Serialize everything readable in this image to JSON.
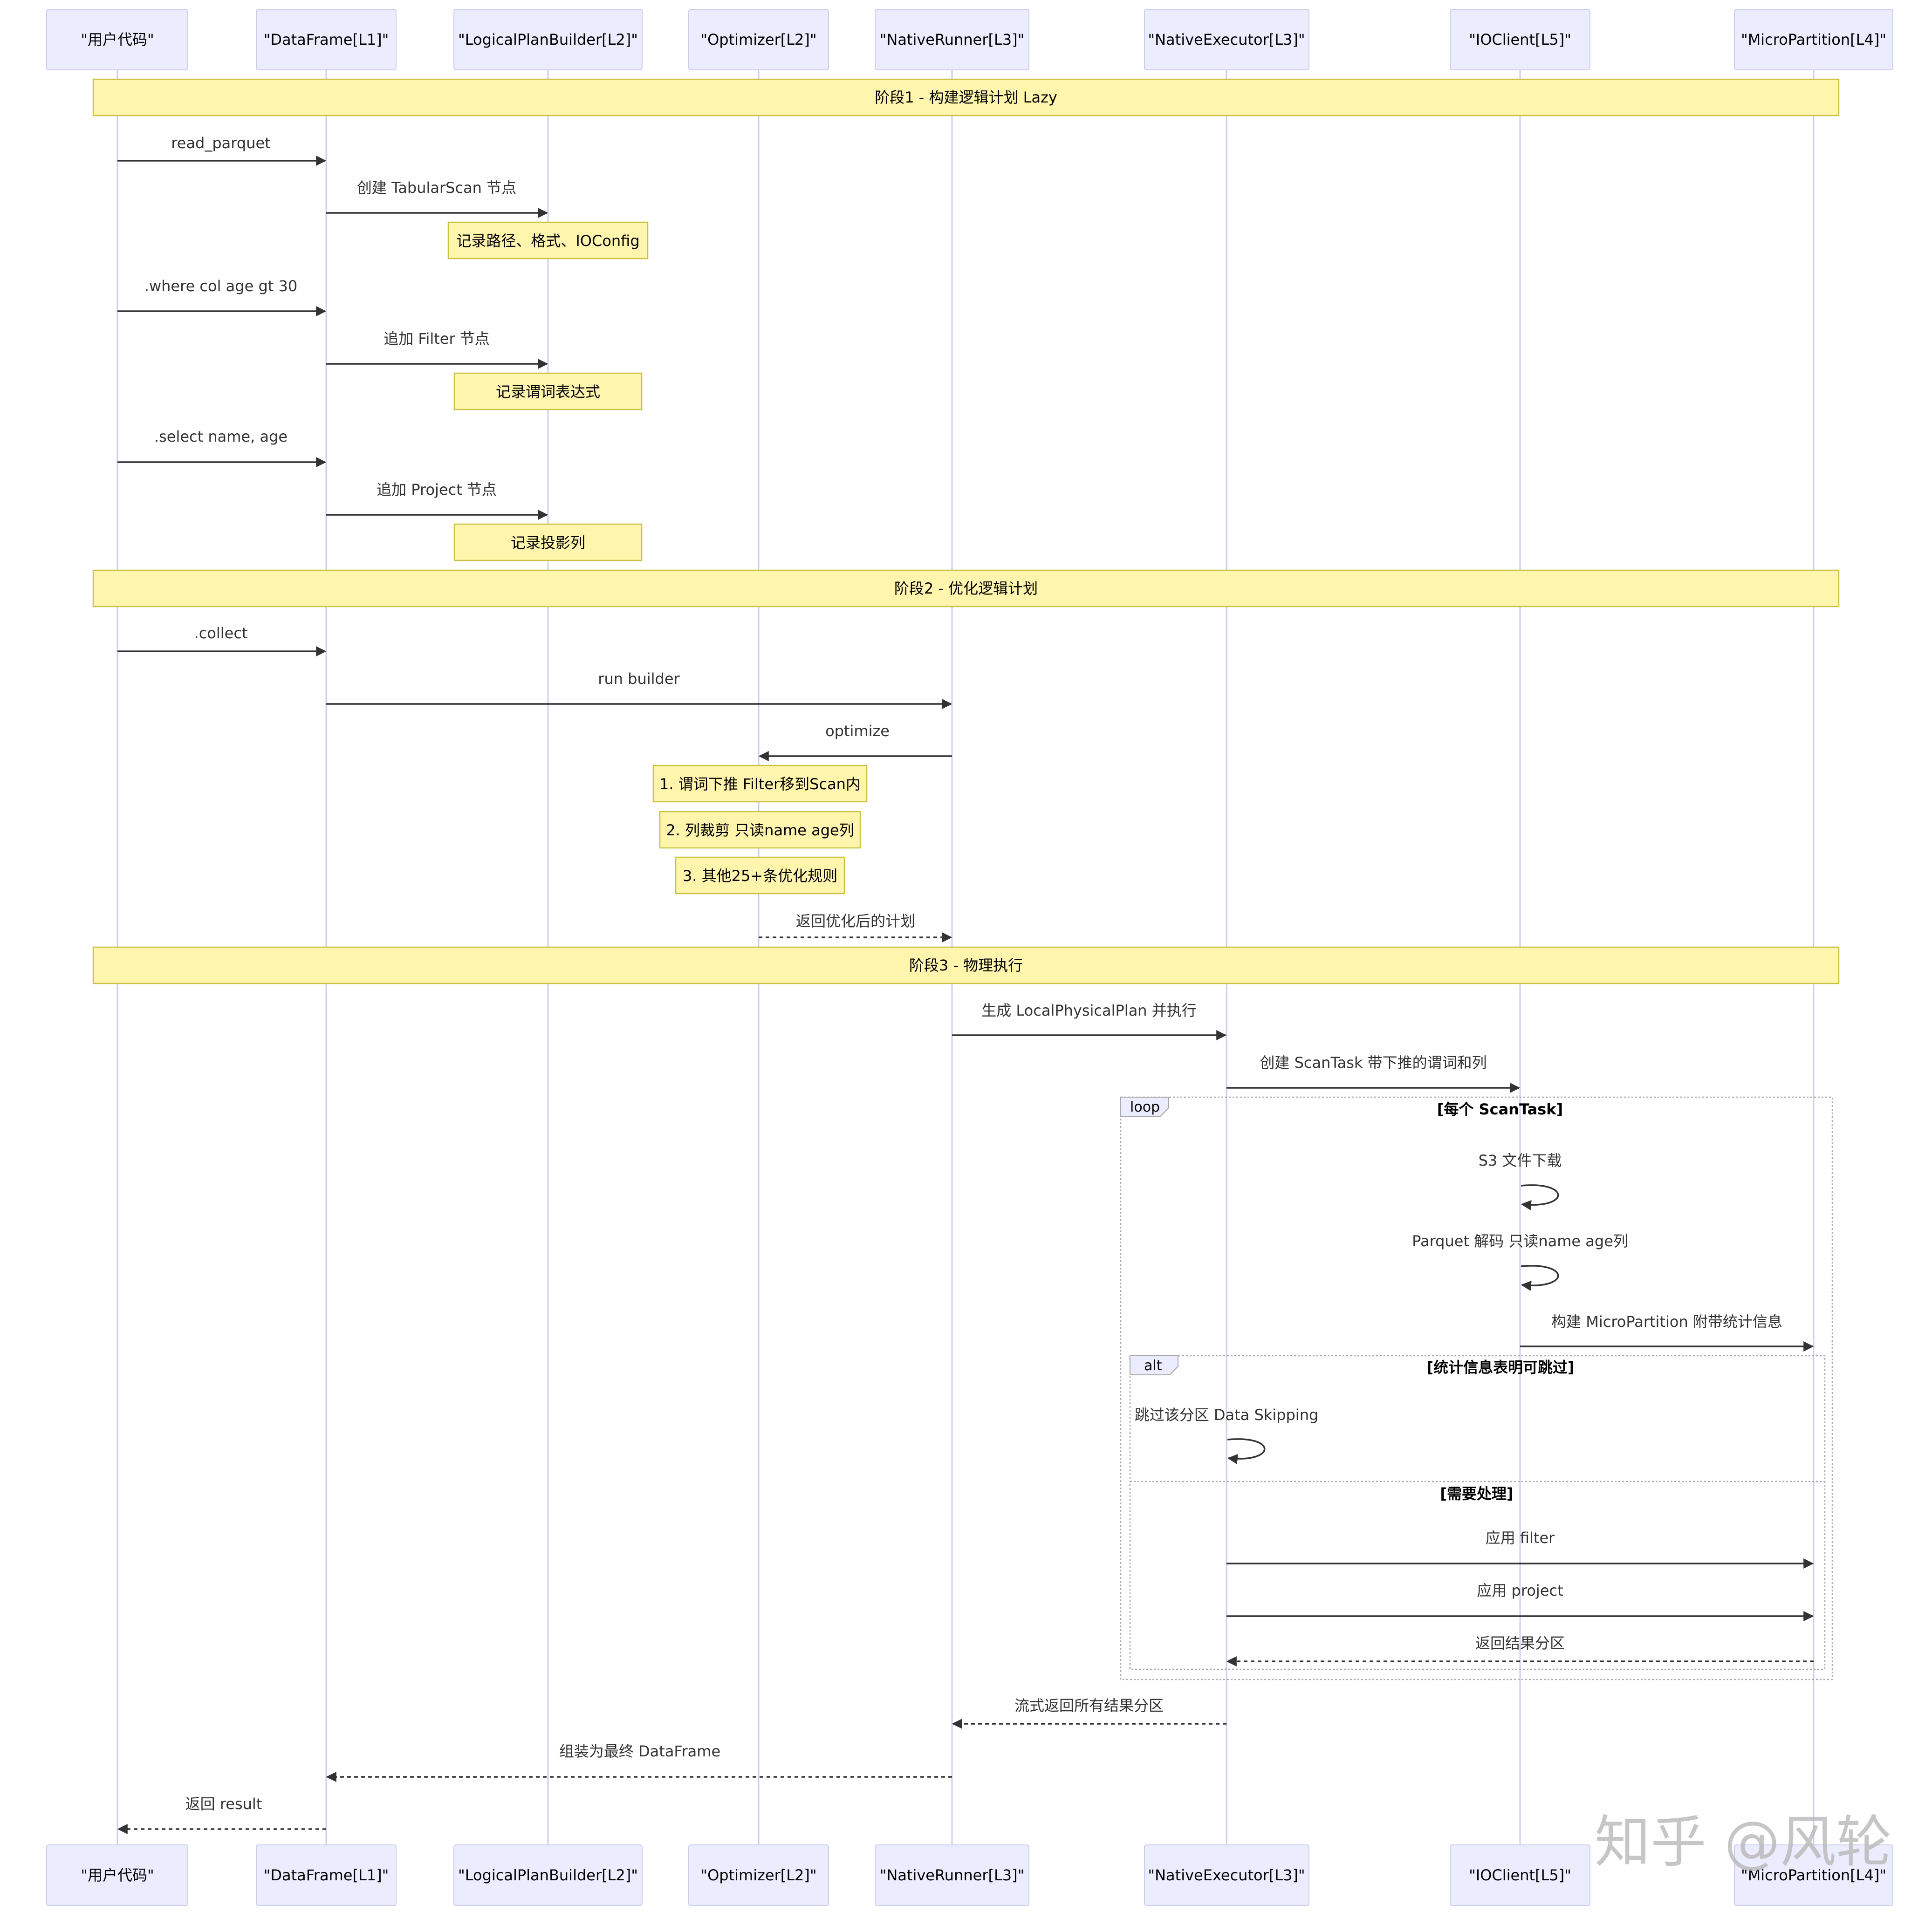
{
  "diagram": {
    "actors": [
      "\"用户代码\"",
      "\"DataFrame[L1]\"",
      "\"LogicalPlanBuilder[L2]\"",
      "\"Optimizer[L2]\"",
      "\"NativeRunner[L3]\"",
      "\"NativeExecutor[L3]\"",
      "\"IOClient[L5]\"",
      "\"MicroPartition[L4]\""
    ],
    "phases": {
      "phase1": "阶段1 - 构建逻辑计划 Lazy",
      "phase2": "阶段2 - 优化逻辑计划",
      "phase3": "阶段3 - 物理执行"
    },
    "messages": {
      "m1": "read_parquet",
      "m2": "创建 TabularScan 节点",
      "m3": ".where col age gt 30",
      "m4": "追加 Filter 节点",
      "m5": ".select name, age",
      "m6": "追加 Project 节点",
      "m7": ".collect",
      "m8": "run builder",
      "m9": "optimize",
      "m10": "返回优化后的计划",
      "m11": "生成 LocalPhysicalPlan 并执行",
      "m12": "创建 ScanTask 带下推的谓词和列",
      "m13": "S3 文件下载",
      "m14": "Parquet 解码 只读name age列",
      "m15": "构建 MicroPartition 附带统计信息",
      "m16": "跳过该分区 Data Skipping",
      "m17": "应用 filter",
      "m18": "应用 project",
      "m19": "返回结果分区",
      "m20": "流式返回所有结果分区",
      "m21": "组装为最终 DataFrame",
      "m22": "返回 result"
    },
    "notes": {
      "n1": "记录路径、格式、IOConfig",
      "n2": "记录谓词表达式",
      "n3": "记录投影列",
      "n4": "1. 谓词下推 Filter移到Scan内",
      "n5": "2. 列裁剪 只读name age列",
      "n6": "3. 其他25+条优化规则"
    },
    "loop": {
      "tag": "loop",
      "condition": "[每个 ScanTask]"
    },
    "alt": {
      "tag": "alt",
      "condition": "[统计信息表明可跳过]",
      "else_condition": "[需要处理]"
    },
    "watermark": "知乎 @风轮",
    "colors": {
      "actor_fill": "#ececff",
      "actor_border": "#cdcdf0",
      "note_fill": "#fff5ad",
      "note_border": "#c9c241",
      "line": "#333333"
    }
  }
}
